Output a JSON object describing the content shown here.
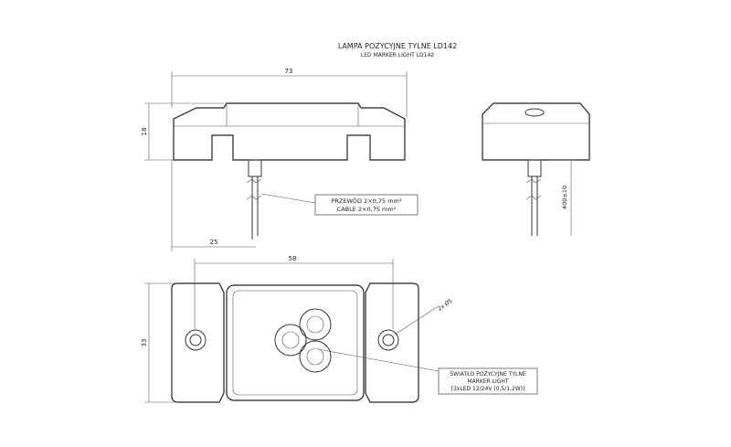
{
  "title": "LAMPA POZYCYJNE TYLNE LD142",
  "subtitle": "LED MARKER LIGHT LD142",
  "dimensions": {
    "length": "73",
    "height": "18",
    "cable_offset": "25",
    "hole_spacing": "58",
    "width": "33",
    "cable_length": "400±10",
    "holes": "2x Ø5"
  },
  "cable_label": {
    "line1": "PRZEWÓD 2×0,75 mm²",
    "line2": "CABLE 2×0,75 mm²"
  },
  "light_label": {
    "line1": "ŚWIATŁO POZYCYJNE TYLNE",
    "line2": "MARKER LIGHT",
    "line3": "[3xLED 12/24V (0,5/1,2W)]"
  }
}
